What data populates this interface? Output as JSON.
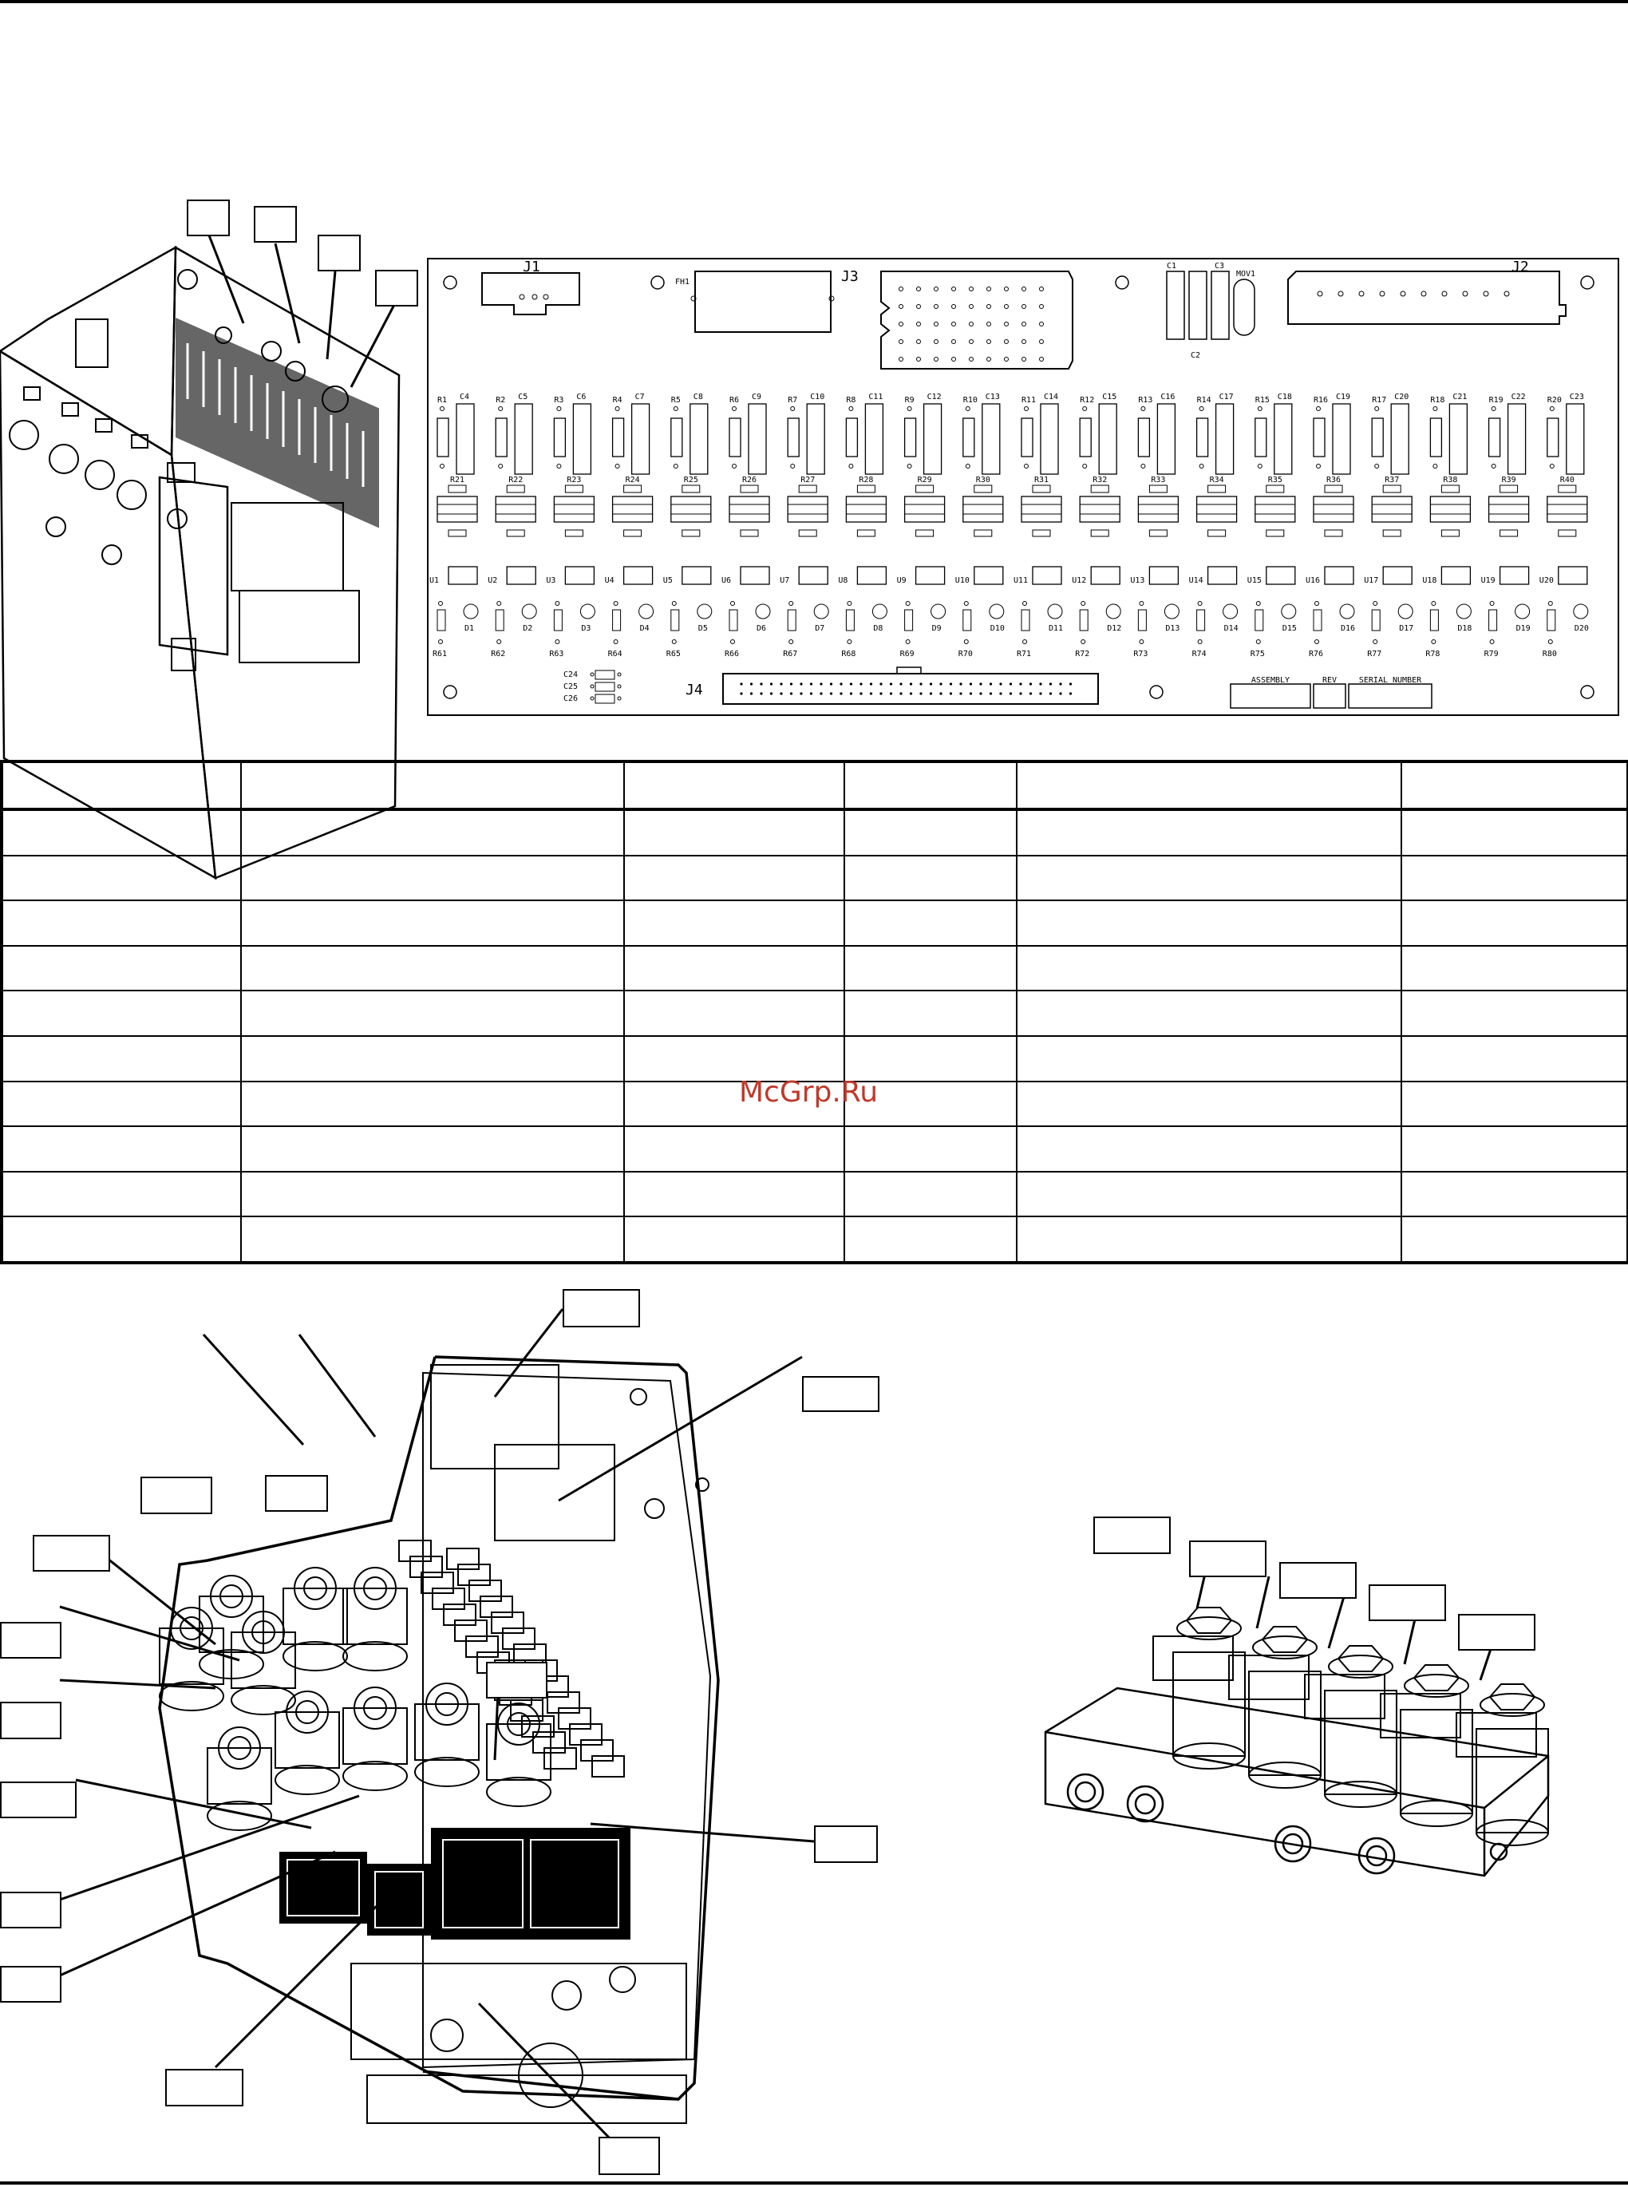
{
  "pcb": {
    "connectors": {
      "j1": "J1",
      "j2": "J2",
      "j3": "J3",
      "j4": "J4",
      "fh1": "FH1",
      "mov1": "MOV1",
      "c1": "C1",
      "c2": "C2",
      "c3": "C3"
    },
    "row_top_r": [
      "R1",
      "R2",
      "R3",
      "R4",
      "R5",
      "R6",
      "R7",
      "R8",
      "R9",
      "R10",
      "R11",
      "R12",
      "R13",
      "R14",
      "R15",
      "R16",
      "R17",
      "R18",
      "R19",
      "R20"
    ],
    "row_top_c": [
      "C4",
      "C5",
      "C6",
      "C7",
      "C8",
      "C9",
      "C10",
      "C11",
      "C12",
      "C13",
      "C14",
      "C15",
      "C16",
      "C17",
      "C18",
      "C19",
      "C20",
      "C21",
      "C22",
      "C23"
    ],
    "row_mid_r": [
      "R21",
      "R22",
      "R23",
      "R24",
      "R25",
      "R26",
      "R27",
      "R28",
      "R29",
      "R30",
      "R31",
      "R32",
      "R33",
      "R34",
      "R35",
      "R36",
      "R37",
      "R38",
      "R39",
      "R40"
    ],
    "row_u": [
      "U1",
      "U2",
      "U3",
      "U4",
      "U5",
      "U6",
      "U7",
      "U8",
      "U9",
      "U10",
      "U11",
      "U12",
      "U13",
      "U14",
      "U15",
      "U16",
      "U17",
      "U18",
      "U19",
      "U20"
    ],
    "row_d": [
      "D1",
      "D2",
      "D3",
      "D4",
      "D5",
      "D6",
      "D7",
      "D8",
      "D9",
      "D10",
      "D11",
      "D12",
      "D13",
      "D14",
      "D15",
      "D16",
      "D17",
      "D18",
      "D19",
      "D20"
    ],
    "row_bottom_r": [
      "R61",
      "R62",
      "R63",
      "R64",
      "R65",
      "R66",
      "R67",
      "R68",
      "R69",
      "R70",
      "R71",
      "R72",
      "R73",
      "R74",
      "R75",
      "R76",
      "R77",
      "R78",
      "R79",
      "R80"
    ],
    "caps_bottom": [
      "C24",
      "C25",
      "C26"
    ],
    "title_block": {
      "assembly": "ASSEMBLY",
      "rev": "REV",
      "serial": "SERIAL NUMBER"
    }
  },
  "watermark": "McGrp.Ru",
  "colors": {
    "line": "#000000",
    "panel": "#555555",
    "watermark": "#c0392b"
  }
}
